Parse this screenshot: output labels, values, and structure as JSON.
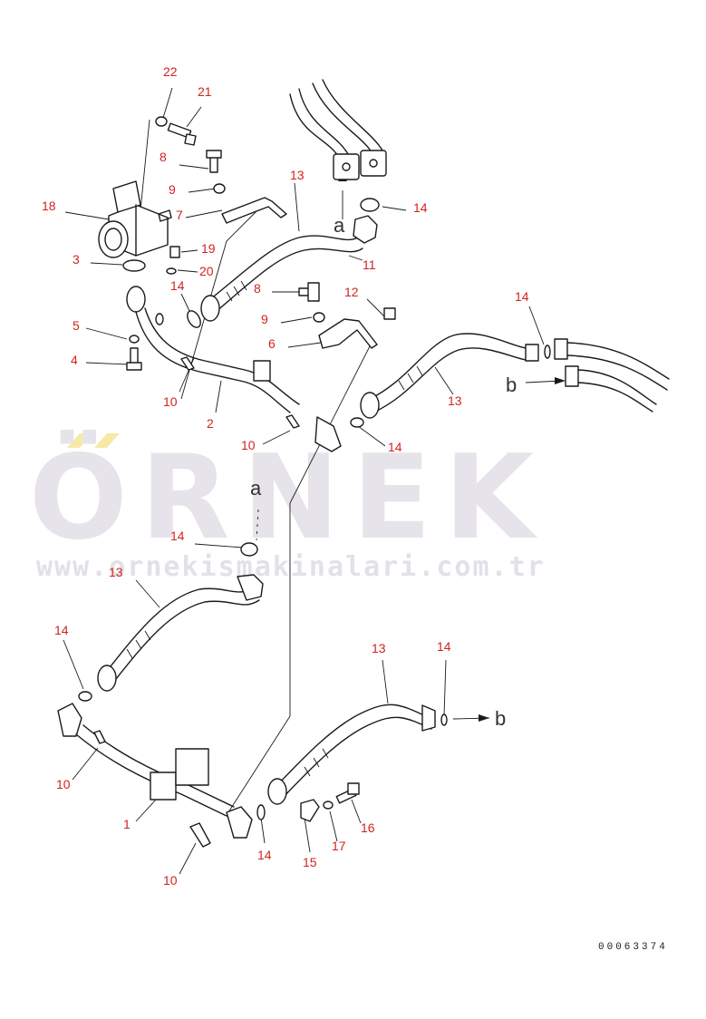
{
  "watermark": {
    "brand": "ÖRNEK",
    "url": "www.ornekismakinalari.com.tr",
    "accent_color": "#f6e9a6",
    "text_color": "#e6e4ea"
  },
  "document_number": "00063374",
  "reference_letters": {
    "a": "a",
    "b": "b"
  },
  "callouts": {
    "c22": "22",
    "c21": "21",
    "c8a": "8",
    "c9a": "9",
    "c18": "18",
    "c7": "7",
    "c19": "19",
    "c20": "20",
    "c3": "3",
    "c14a": "14",
    "c5": "5",
    "c4": "4",
    "c10a": "10",
    "c2": "2",
    "c13a": "13",
    "c14b": "14",
    "c11": "11",
    "c8b": "8",
    "c12": "12",
    "c9b": "9",
    "c6": "6",
    "c14c": "14",
    "c13b": "13",
    "c10b": "10",
    "c14d": "14",
    "c14e": "14",
    "c13c": "13",
    "c14f": "14",
    "c10c": "10",
    "c1": "1",
    "c13d": "13",
    "c14g": "14",
    "c14h": "14",
    "c10d": "10",
    "c15": "15",
    "c17": "17",
    "c16": "16"
  }
}
